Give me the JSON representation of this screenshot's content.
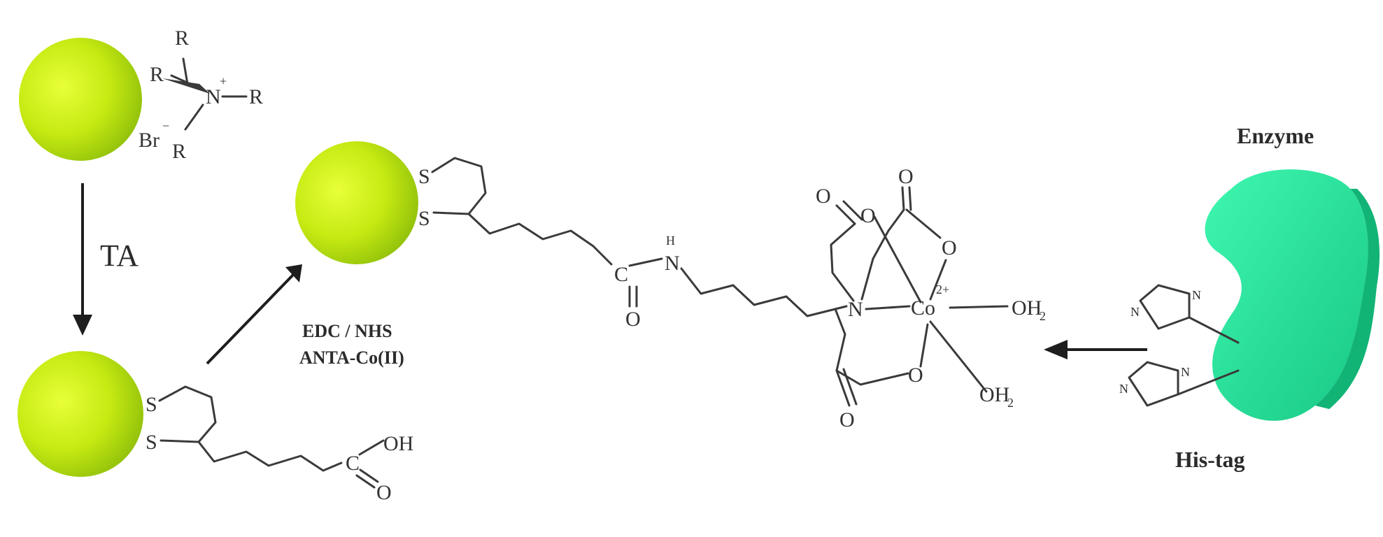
{
  "step_label": "TA",
  "reagents": {
    "line1": "EDC / NHS",
    "line2": "ANTA-Co(II)"
  },
  "enzyme_label": "Enzyme",
  "histag_label": "His-tag",
  "atoms": {
    "R": "R",
    "N": "N",
    "plus": "+",
    "Br": "Br",
    "minus": "−",
    "S": "S",
    "OH": "OH",
    "C": "C",
    "O": "O",
    "H": "H",
    "Co": "Co",
    "charge2": "2+",
    "OH2": "OH",
    "sub2": "2"
  },
  "colors": {
    "particle": "#c8ee1e",
    "particle_dark": "#8fbf0a",
    "enzyme": "#1fe59a",
    "enzyme_dark": "#17b97c",
    "bond": "#3a3a3a"
  }
}
